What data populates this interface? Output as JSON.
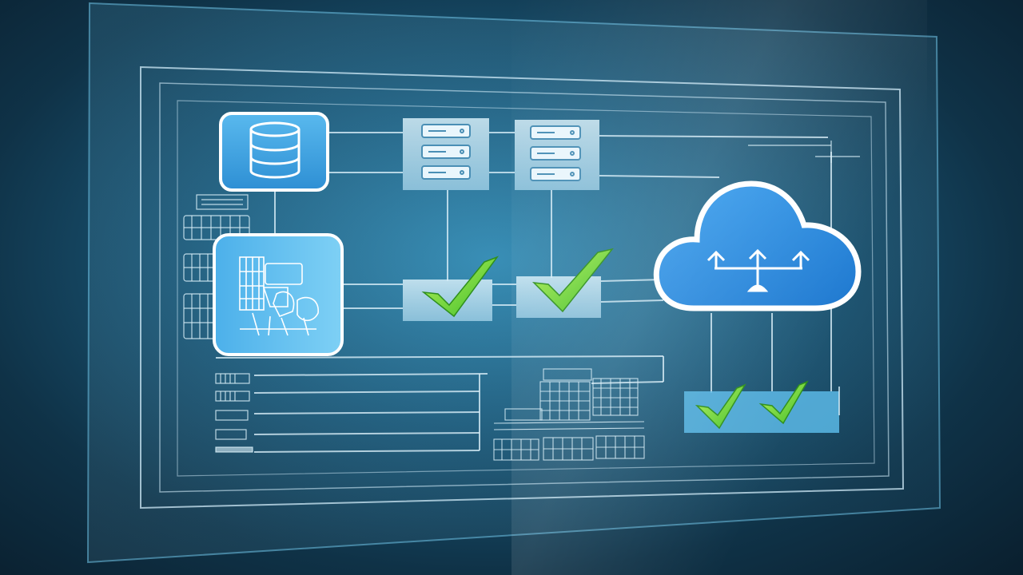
{
  "diagram": {
    "nodes": [
      {
        "id": "database",
        "icon": "database-icon"
      },
      {
        "id": "server-rack-1",
        "icon": "server-icon"
      },
      {
        "id": "server-rack-2",
        "icon": "server-icon"
      },
      {
        "id": "hardware-blueprint",
        "icon": "blueprint-icon"
      },
      {
        "id": "cloud",
        "icon": "cloud-distribution-icon"
      },
      {
        "id": "check-1",
        "icon": "check-icon"
      },
      {
        "id": "check-2",
        "icon": "check-icon"
      },
      {
        "id": "check-3",
        "icon": "check-icon"
      },
      {
        "id": "check-4",
        "icon": "check-icon"
      }
    ],
    "colors": {
      "background_dark": "#0a1f2e",
      "background_light": "#2f87b0",
      "tile_blue": "#3ea6e6",
      "tile_border": "#ffffff",
      "panel_tile": "#bfe2f2",
      "check_green": "#7ddc3a",
      "line": "#cfe9f5",
      "cloud_fill": "#2f8fe0"
    }
  }
}
